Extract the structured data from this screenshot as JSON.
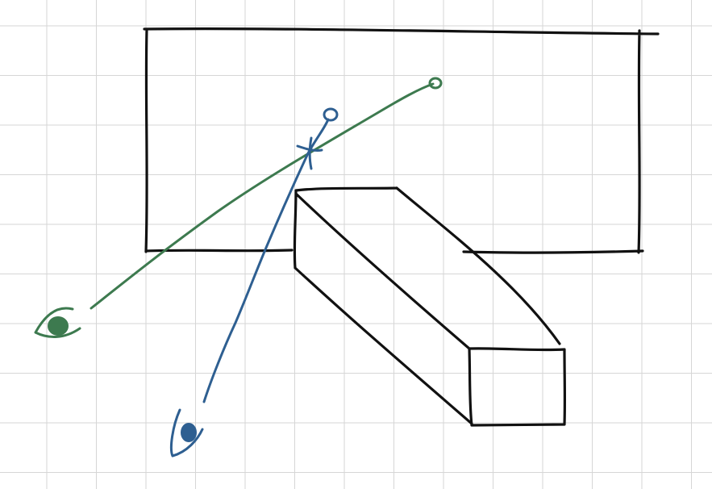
{
  "canvas": {
    "background": "#ffffff",
    "grid_color": "#d6d6d6",
    "grid": true
  },
  "colors": {
    "outline": "#111111",
    "green_sight": "#3d7a4f",
    "blue_sight": "#2e5f91"
  },
  "elements": {
    "screen": "rectangle",
    "box": "rectangular-prism",
    "green_eye": "eye-icon",
    "blue_eye": "eye-icon",
    "green_target": "circle-marker",
    "blue_target": "circle-marker",
    "intersection": "cross-marker"
  }
}
